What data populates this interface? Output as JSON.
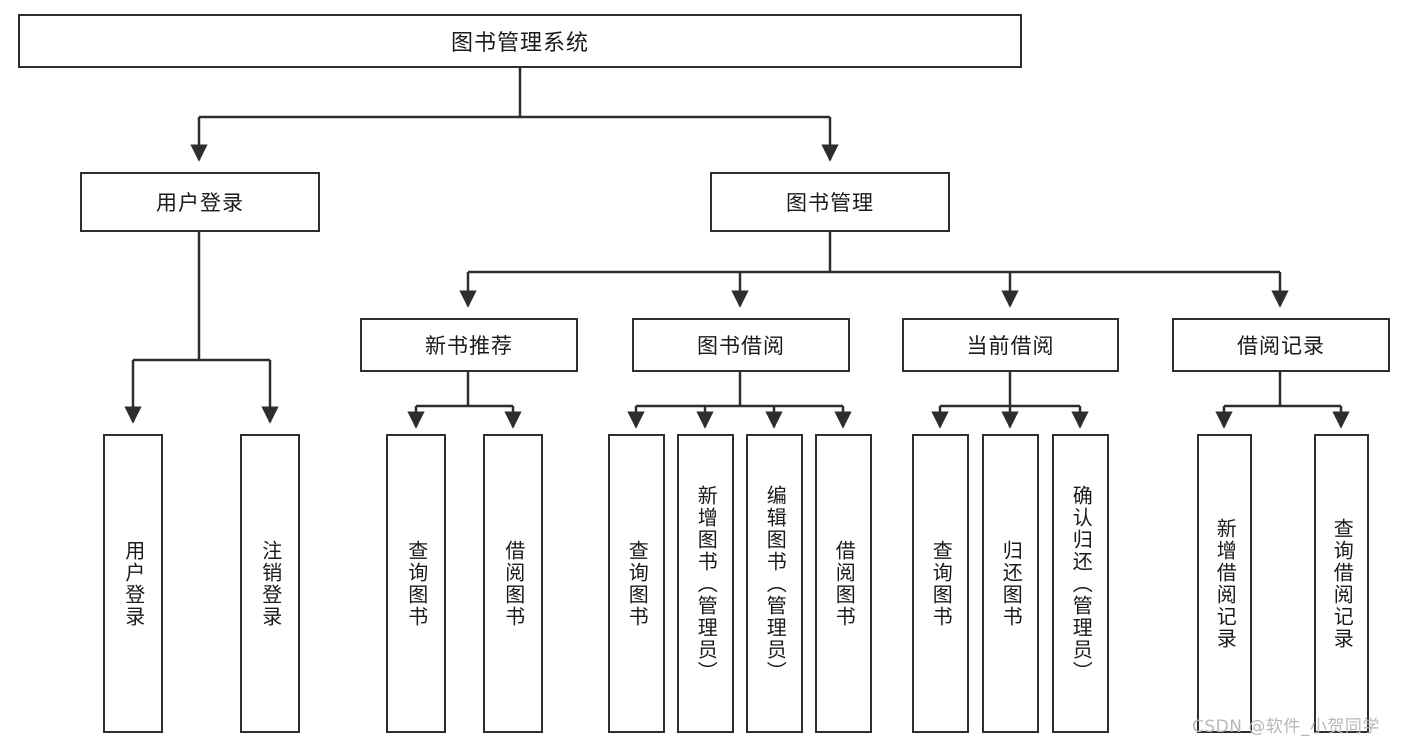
{
  "diagram": {
    "title": "图书管理系统",
    "type": "functional-structure-tree",
    "root": {
      "label": "图书管理系统"
    },
    "level2": [
      {
        "label": "用户登录"
      },
      {
        "label": "图书管理"
      }
    ],
    "level3": [
      {
        "label": "新书推荐"
      },
      {
        "label": "图书借阅"
      },
      {
        "label": "当前借阅"
      },
      {
        "label": "借阅记录"
      }
    ],
    "leaves": {
      "user_login": [
        {
          "label": "用户登录"
        },
        {
          "label": "注销登录"
        }
      ],
      "new_book_recommend": [
        {
          "label": "查询图书"
        },
        {
          "label": "借阅图书"
        }
      ],
      "book_borrow": [
        {
          "label": "查询图书"
        },
        {
          "label": "新增图书（管理员）"
        },
        {
          "label": "编辑图书（管理员）"
        },
        {
          "label": "借阅图书"
        }
      ],
      "current_borrow": [
        {
          "label": "查询图书"
        },
        {
          "label": "归还图书"
        },
        {
          "label": "确认归还（管理员）"
        }
      ],
      "borrow_record": [
        {
          "label": "新增借阅记录"
        },
        {
          "label": "查询借阅记录"
        }
      ]
    }
  },
  "watermark": {
    "text": "CSDN @软件_小贺同学"
  },
  "colors": {
    "stroke": "#2e2e2e",
    "fill": "#ffffff",
    "text": "#1a1a1a",
    "watermark": "#b8b8b8"
  }
}
